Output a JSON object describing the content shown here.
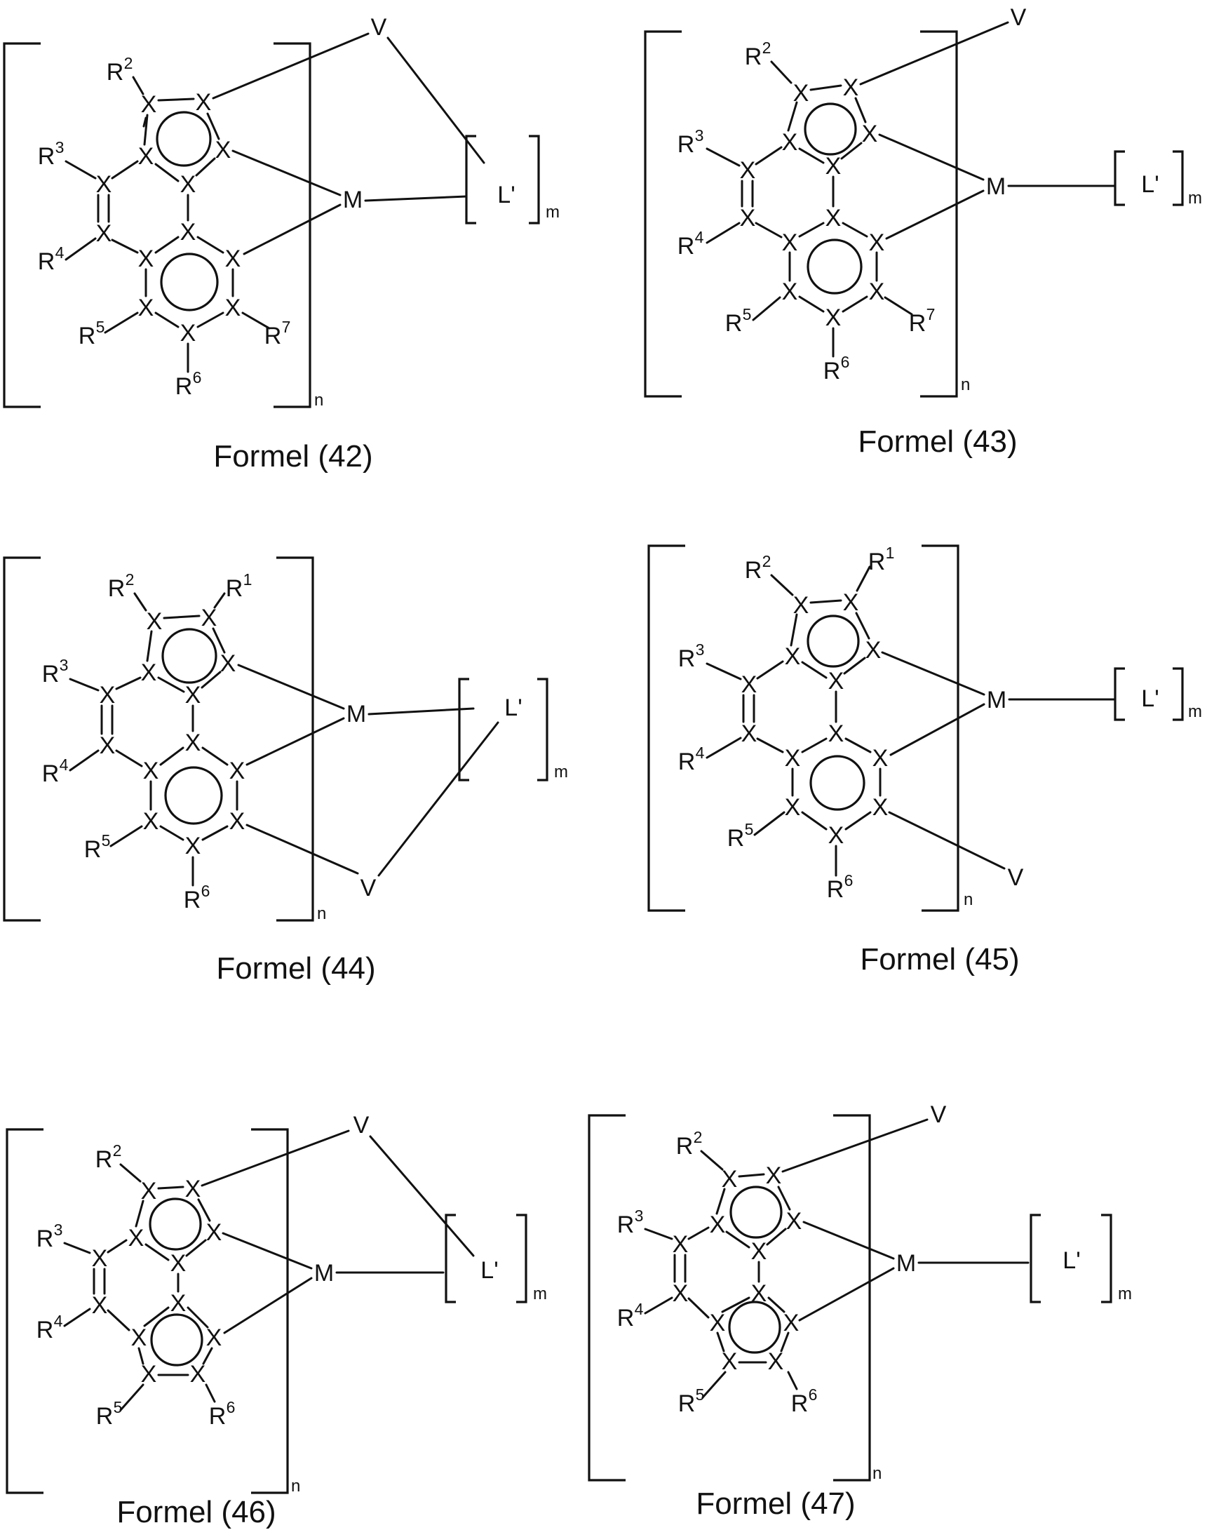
{
  "page": {
    "background": "#ffffff",
    "ink": "#111111"
  },
  "labels": {
    "atom": "X",
    "metal": "M",
    "ligand": "L'",
    "linker": "V",
    "r1": "R",
    "r1_sup": "1",
    "r2": "R",
    "r2_sup": "2",
    "r3": "R",
    "r3_sup": "3",
    "r4": "R",
    "r4_sup": "4",
    "r5": "R",
    "r5_sup": "5",
    "r6": "R",
    "r6_sup": "6",
    "r7": "R",
    "r7_sup": "7",
    "sub_m": "m",
    "sub_n": "n"
  },
  "formulas": [
    {
      "caption": "Formel (42)"
    },
    {
      "caption": "Formel (43)"
    },
    {
      "caption": "Formel (44)"
    },
    {
      "caption": "Formel (45)"
    },
    {
      "caption": "Formel (46)"
    },
    {
      "caption": "Formel (47)"
    }
  ]
}
